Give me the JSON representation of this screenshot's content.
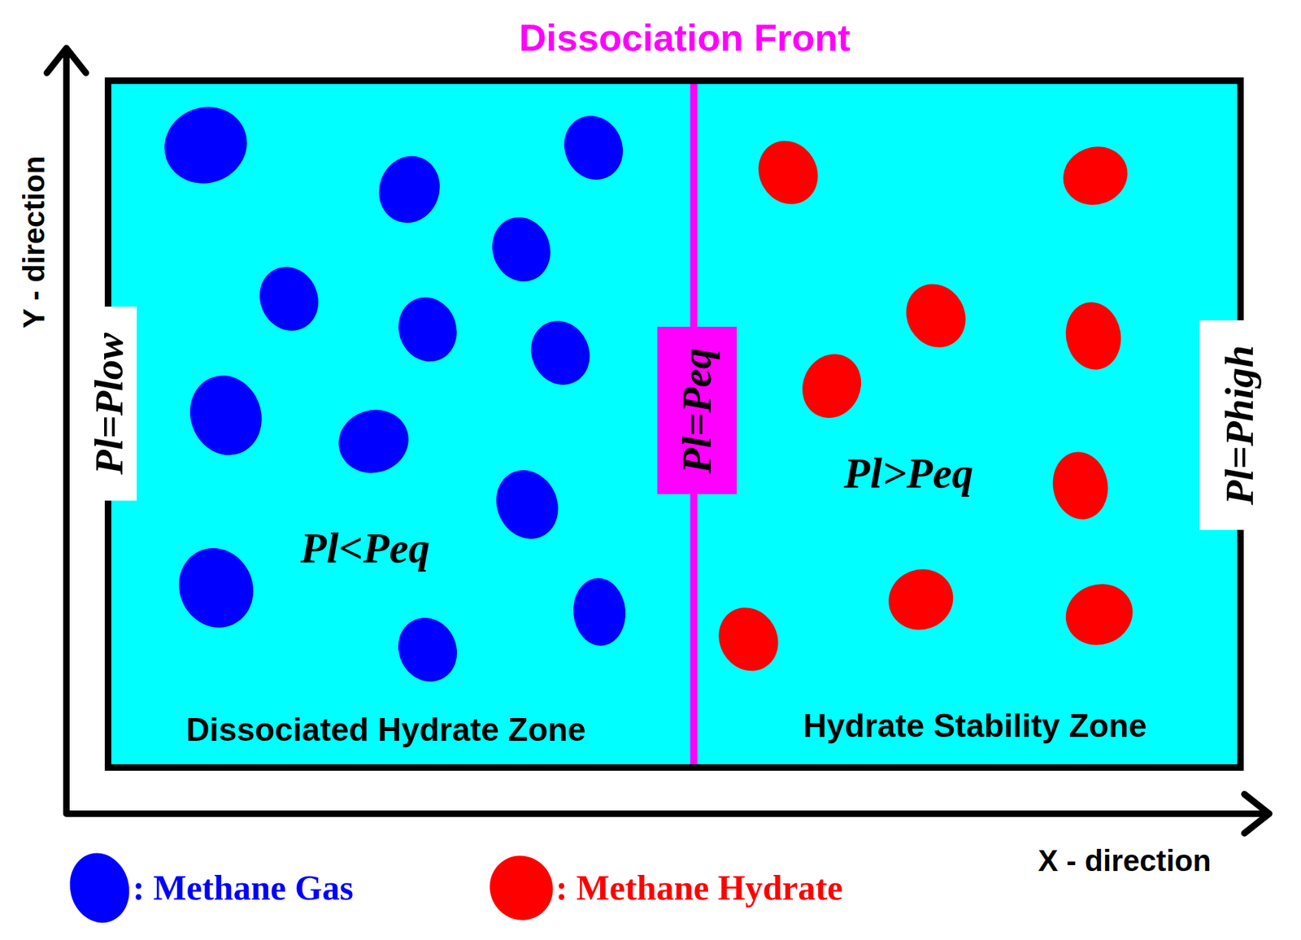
{
  "diagram": {
    "title": "Dissociation Front",
    "nodes": [
      {
        "text": [
          "Pl=Plow"
        ]
      },
      {
        "text": [
          "Pl<Peq",
          "Dissociated Hydrate Zone"
        ]
      },
      {
        "text": [
          "Pl=Peq"
        ]
      },
      {
        "text": [
          "Pl>Peq",
          "Hydrate Stability Zone"
        ]
      },
      {
        "text": [
          "Pl=Phigh"
        ]
      }
    ],
    "labels": [
      "Y - direction",
      "X - direction"
    ],
    "legend": [
      {
        "text": ": Methane Gas",
        "color": "#0000ff"
      },
      {
        "text": ": Methane Hydrate",
        "color": "#ff0000"
      }
    ]
  }
}
